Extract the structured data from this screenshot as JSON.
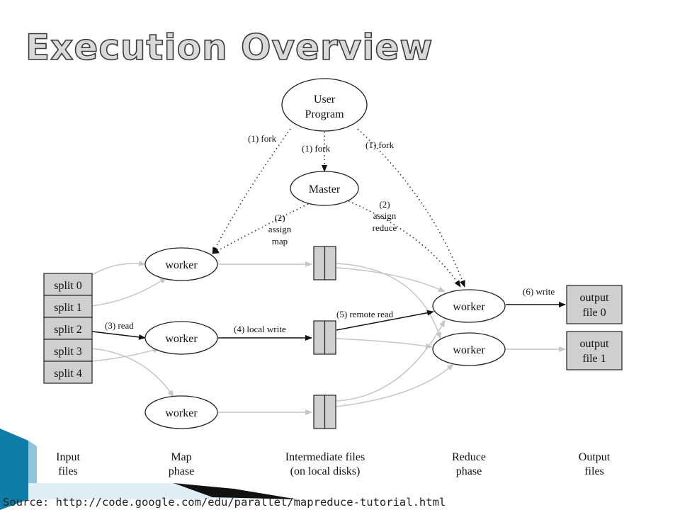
{
  "slide": {
    "title": "Execution Overview",
    "source": "Source: http://code.google.com/edu/parallel/mapreduce-tutorial.html"
  },
  "colors": {
    "accent": "#0e7ea8",
    "title_fill": "#d9d9d9",
    "file_box": "#cfcfcf"
  },
  "diagram": {
    "user_program": {
      "line1": "User",
      "line2": "Program"
    },
    "master": "Master",
    "workers": {
      "map": [
        "worker",
        "worker",
        "worker"
      ],
      "reduce": [
        "worker",
        "worker"
      ]
    },
    "input_splits": [
      "split 0",
      "split 1",
      "split 2",
      "split 3",
      "split 4"
    ],
    "outputs": [
      {
        "line1": "output",
        "line2": "file 0"
      },
      {
        "line1": "output",
        "line2": "file 1"
      }
    ],
    "edge_labels": {
      "fork_left": "(1) fork",
      "fork_center": "(1) fork",
      "fork_right": "(1) fork",
      "assign_map": [
        "(2)",
        "assign",
        "map"
      ],
      "assign_reduce": [
        "(2)",
        "assign",
        "reduce"
      ],
      "read": "(3) read",
      "local_write": "(4) local write",
      "remote_read": "(5) remote read",
      "write": "(6) write"
    },
    "phases": [
      {
        "line1": "Input",
        "line2": "files"
      },
      {
        "line1": "Map",
        "line2": "phase"
      },
      {
        "line1": "Intermediate files",
        "line2": "(on local disks)"
      },
      {
        "line1": "Reduce",
        "line2": "phase"
      },
      {
        "line1": "Output",
        "line2": "files"
      }
    ]
  }
}
